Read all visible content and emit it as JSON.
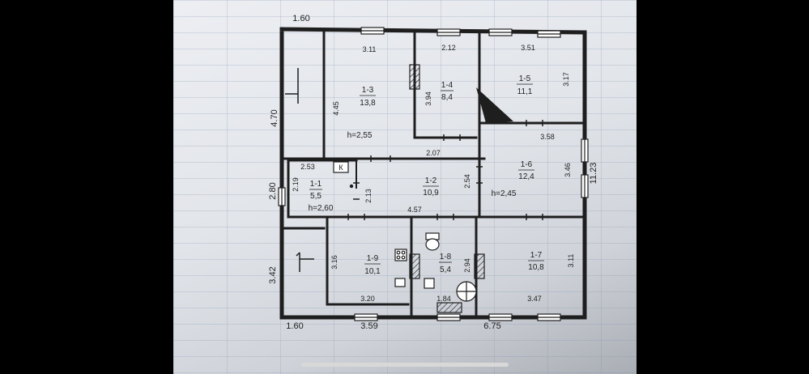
{
  "plan": {
    "dimensions": {
      "top_left": "1.60",
      "left_upper": "4.70",
      "left_middle": "2.80",
      "left_lower": "3.42",
      "right_total": "11.23",
      "bottom_left": "1.60",
      "bottom_mid": "3.59",
      "bottom_right": "6.75"
    },
    "rooms": [
      {
        "id": "1-1",
        "area": "5,5"
      },
      {
        "id": "1-2",
        "area": "10,9"
      },
      {
        "id": "1-3",
        "area": "13,8"
      },
      {
        "id": "1-4",
        "area": "8,4"
      },
      {
        "id": "1-5",
        "area": "11,1"
      },
      {
        "id": "1-6",
        "area": "12,4"
      },
      {
        "id": "1-7",
        "area": "10,8"
      },
      {
        "id": "1-8",
        "area": "5,4"
      },
      {
        "id": "1-9",
        "area": "10,1"
      }
    ],
    "inner_dims": {
      "r13_top": "3.11",
      "r13_side": "4.45",
      "r14_top": "2.12",
      "r14_side": "3.94",
      "r15_top": "3.51",
      "r15_side": "3.17",
      "r16_top": "3.58",
      "r16_side": "3.46",
      "r12_top": "2.07",
      "r12_side": "2.54",
      "r12_left": "2.13",
      "r12_bottom": "4.57",
      "r11_top": "2.53",
      "r11_side": "2.19",
      "r19_side": "3.16",
      "r19_bottom": "3.20",
      "r18_side": "2.94",
      "r18_bottom": "1.84",
      "r17_side": "3.11",
      "r17_bottom": "3.47"
    },
    "heights": {
      "h1": "h=2,55",
      "h2": "h=2,45",
      "h3": "h=2,60"
    },
    "stove_mark": "К"
  }
}
